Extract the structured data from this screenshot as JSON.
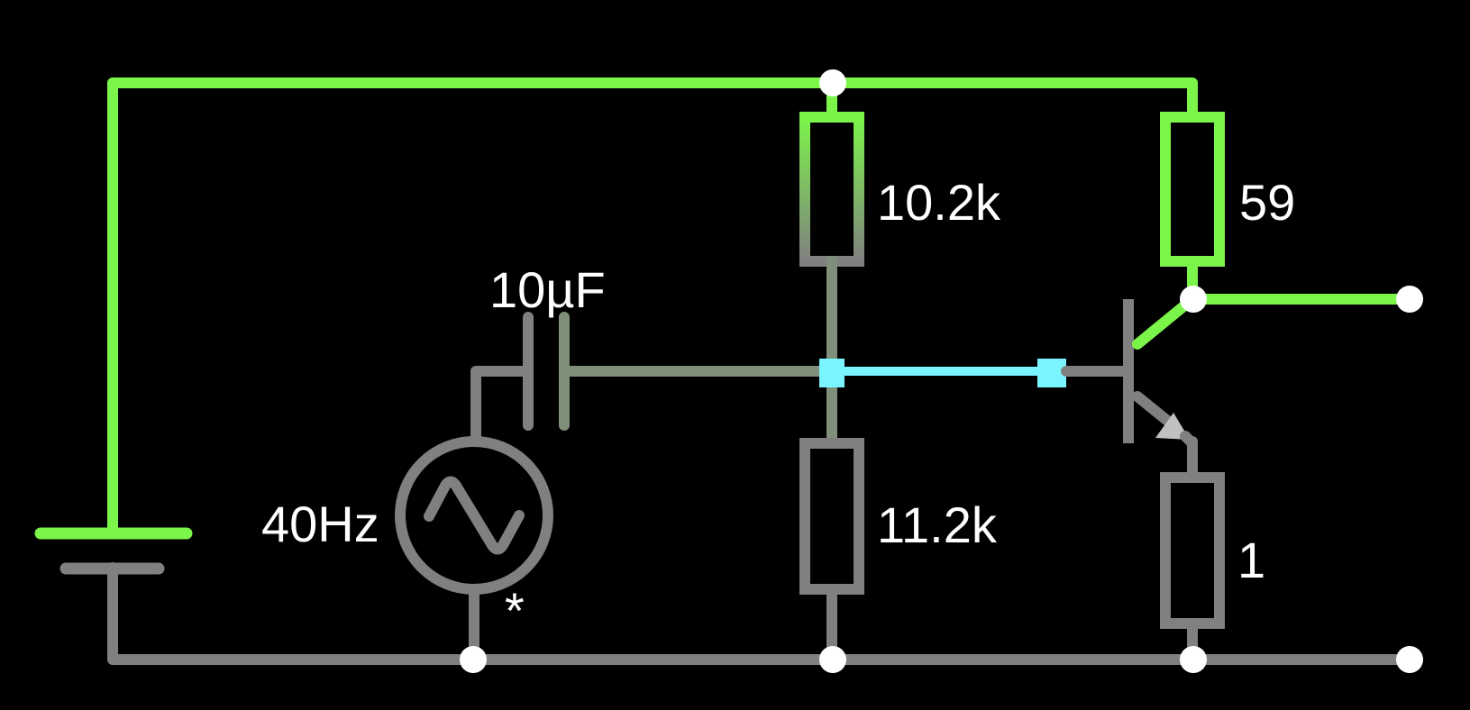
{
  "colors": {
    "background": "#000000",
    "powered": "#7cf54a",
    "ground": "#808080",
    "signal": "#7af5ff",
    "node": "#ffffff",
    "label": "#ffffff"
  },
  "components": {
    "r_top_bias": {
      "label": "10.2k"
    },
    "r_collector": {
      "label": "59"
    },
    "capacitor": {
      "label": "10µF"
    },
    "r_bottom_bias": {
      "label": "11.2k"
    },
    "ac_source": {
      "label": "40Hz",
      "marker": "*"
    },
    "r_emitter": {
      "label": "1"
    }
  }
}
